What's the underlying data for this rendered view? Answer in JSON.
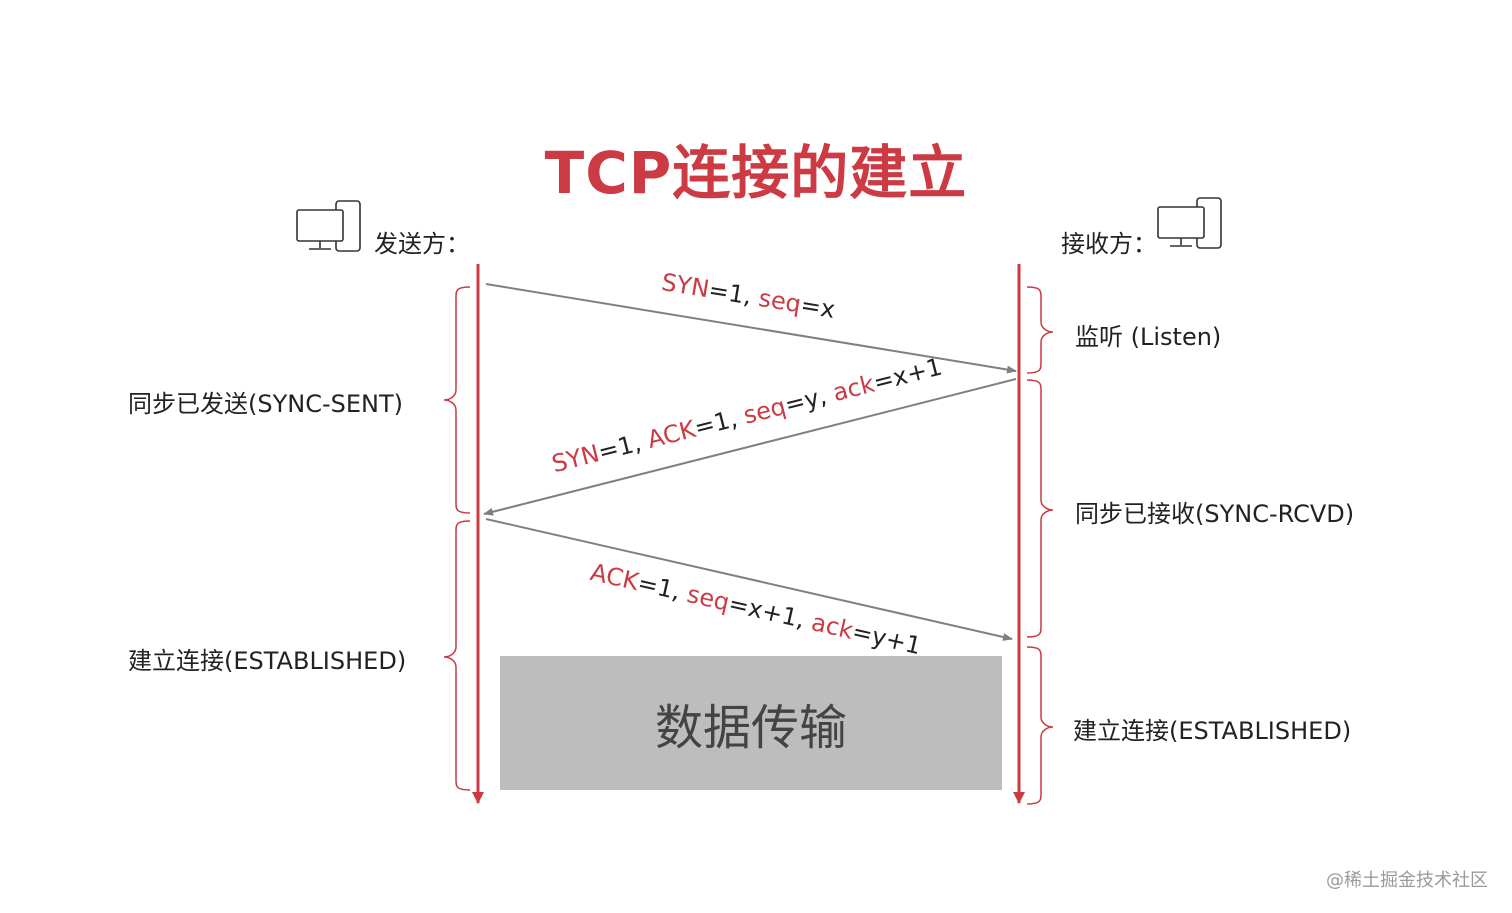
{
  "title": "TCP连接的建立",
  "sender": {
    "label": "发送方：",
    "icon": "computer-icon"
  },
  "receiver": {
    "label": "接收方：",
    "icon": "computer-icon"
  },
  "messages": [
    {
      "parts": [
        {
          "t": "SYN",
          "red": true
        },
        {
          "t": "=1, ",
          "red": false
        },
        {
          "t": "seq",
          "red": true
        },
        {
          "t": "=x",
          "red": false
        }
      ]
    },
    {
      "parts": [
        {
          "t": "SYN",
          "red": true
        },
        {
          "t": "=1, ",
          "red": false
        },
        {
          "t": "ACK",
          "red": true
        },
        {
          "t": "=1, ",
          "red": false
        },
        {
          "t": "seq",
          "red": true
        },
        {
          "t": "=y, ",
          "red": false
        },
        {
          "t": "ack",
          "red": true
        },
        {
          "t": "=x+1",
          "red": false
        }
      ]
    },
    {
      "parts": [
        {
          "t": "ACK",
          "red": true
        },
        {
          "t": "=1, ",
          "red": false
        },
        {
          "t": "seq",
          "red": true
        },
        {
          "t": "=x+1, ",
          "red": false
        },
        {
          "t": "ack",
          "red": true
        },
        {
          "t": "=y+1",
          "red": false
        }
      ]
    }
  ],
  "sender_states": {
    "syn_sent": "同步已发送(SYNC-SENT)",
    "established": "建立连接(ESTABLISHED)"
  },
  "receiver_states": {
    "listen": "监听 (Listen)",
    "syn_rcvd": "同步已接收(SYNC-RCVD)",
    "established": "建立连接(ESTABLISHED)"
  },
  "data_transfer": "数据传输",
  "watermark": "@稀土掘金技术社区",
  "colors": {
    "accent": "#cc3a44",
    "arrow": "#808080",
    "box": "#bdbdbd"
  }
}
